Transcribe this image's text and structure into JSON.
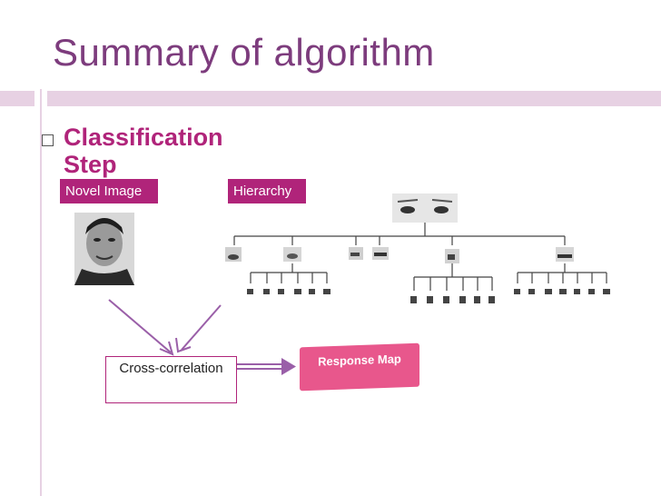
{
  "slide": {
    "title": "Summary of algorithm",
    "bullet": "Classification Step",
    "novel_image_label": "Novel Image",
    "hierarchy_label": "Hierarchy",
    "cross_correlation_label": "Cross-correlation",
    "response_map_label": "Response Map",
    "colors": {
      "title": "#7d3c7d",
      "accent": "#b0247a",
      "response": "#e8578c",
      "arrow": "#9a5fa8"
    }
  }
}
